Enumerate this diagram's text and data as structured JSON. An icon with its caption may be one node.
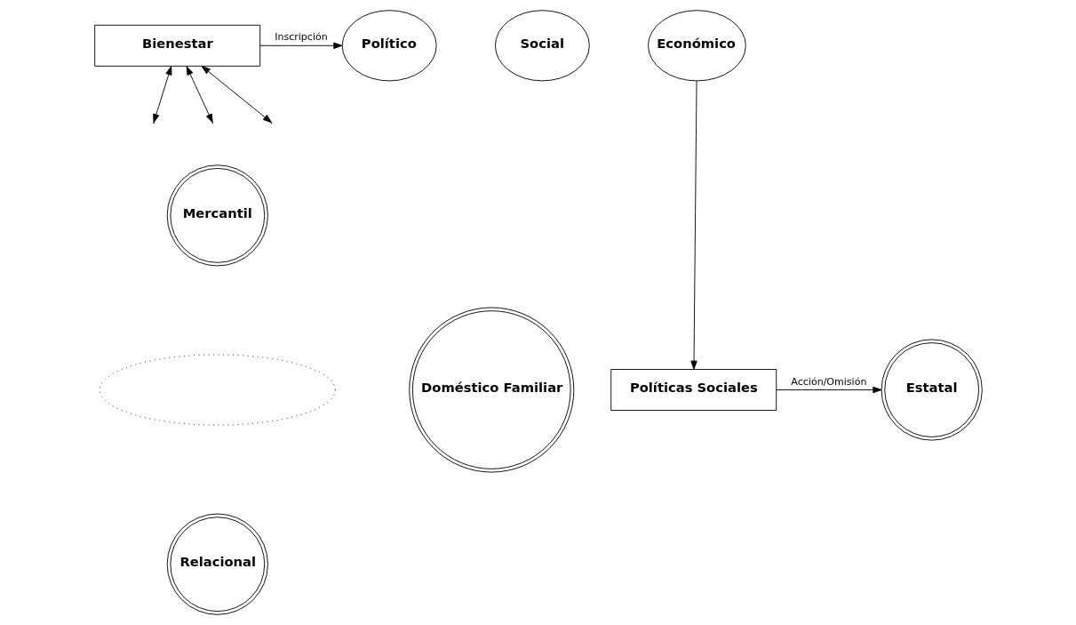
{
  "diagram": {
    "nodes": [
      {
        "text": [
          "Bienestar"
        ]
      },
      {
        "text": [
          "Político"
        ]
      },
      {
        "text": [
          "Social"
        ]
      },
      {
        "text": [
          "Económico"
        ]
      },
      {
        "text": [
          "Políticas Sociales"
        ]
      },
      {
        "text": [
          "Mercantil"
        ]
      },
      {
        "text": [
          "Doméstico Familiar"
        ]
      },
      {
        "text": [
          "Estatal"
        ]
      },
      {
        "text": [
          "Relacional"
        ]
      },
      {
        "text": [],
        "shape": "ellipse"
      }
    ],
    "edges": [
      {
        "from": 0,
        "to": 1,
        "arrow": "to",
        "label": "Inscripción"
      },
      {
        "from": 3,
        "to": 4,
        "arrow": "to"
      },
      {
        "from": 4,
        "to": 7,
        "arrow": "to",
        "label": "Acción/Omisión"
      },
      {
        "from": 0,
        "to": null,
        "arrow": "both"
      },
      {
        "from": 0,
        "to": null,
        "arrow": "both"
      },
      {
        "from": 0,
        "to": null,
        "arrow": "both"
      }
    ]
  }
}
